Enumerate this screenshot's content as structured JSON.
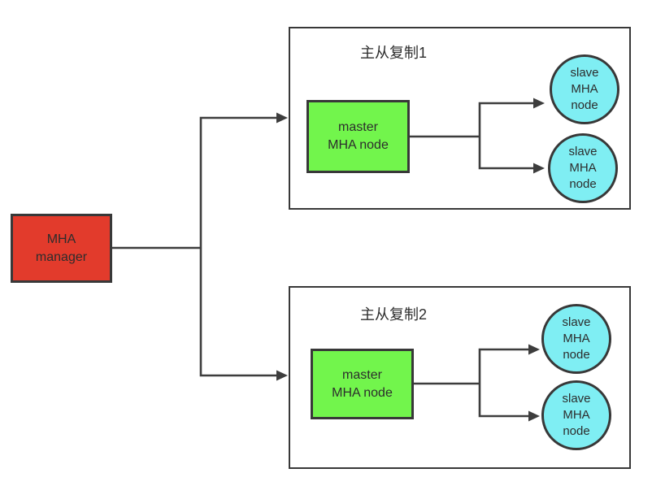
{
  "diagram": {
    "manager": {
      "label": "MHA\nmanager"
    },
    "groups": [
      {
        "title": "主从复制1",
        "master": {
          "label": "master\nMHA node"
        },
        "slaves": [
          {
            "label": "slave\nMHA\nnode"
          },
          {
            "label": "slave\nMHA\nnode"
          }
        ]
      },
      {
        "title": "主从复制2",
        "master": {
          "label": "master\nMHA node"
        },
        "slaves": [
          {
            "label": "slave\nMHA\nnode"
          },
          {
            "label": "slave\nMHA\nnode"
          }
        ]
      }
    ],
    "colors": {
      "manager_fill": "#e23b2c",
      "master_fill": "#72f54c",
      "slave_fill": "#7feef3",
      "line": "#3d3d3d",
      "border": "#383838",
      "text": "#2d2d2d",
      "background": "#ffffff"
    }
  }
}
